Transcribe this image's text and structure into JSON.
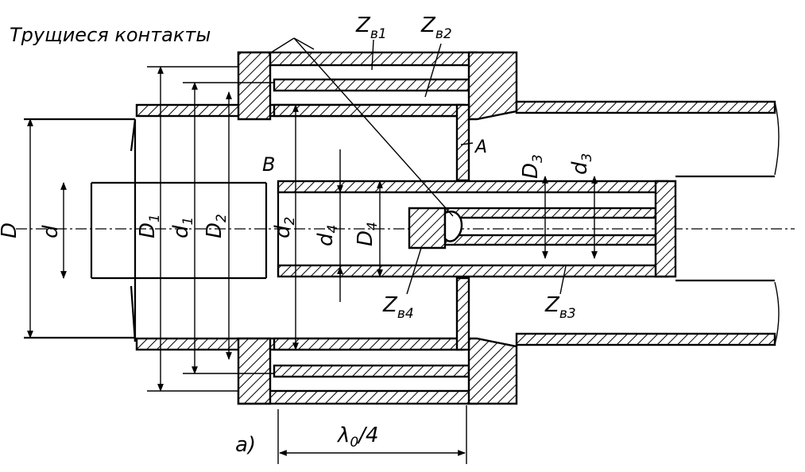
{
  "labels": {
    "friction_contacts": "Трущиеся контакты",
    "zb1": "Z",
    "zb1_sub": "в1",
    "zb2": "Z",
    "zb2_sub": "в2",
    "zb3": "Z",
    "zb3_sub": "в3",
    "zb4": "Z",
    "zb4_sub": "в4",
    "point_a": "A",
    "point_b": "В",
    "D": "D",
    "d": "d",
    "D1": "D",
    "D1_sub": "1",
    "d1": "d",
    "d1_sub": "1",
    "D2": "D",
    "D2_sub": "2",
    "d2": "d",
    "d2_sub": "2",
    "d4": "d",
    "d4_sub": "4",
    "D4": "D",
    "D4_sub": "4",
    "D3": "D",
    "D3_sub": "3",
    "d3": "d",
    "d3_sub": "3",
    "lambda": "λ",
    "lambda_sub": "0",
    "lambda_rest": "/4",
    "subfig": "a)"
  }
}
